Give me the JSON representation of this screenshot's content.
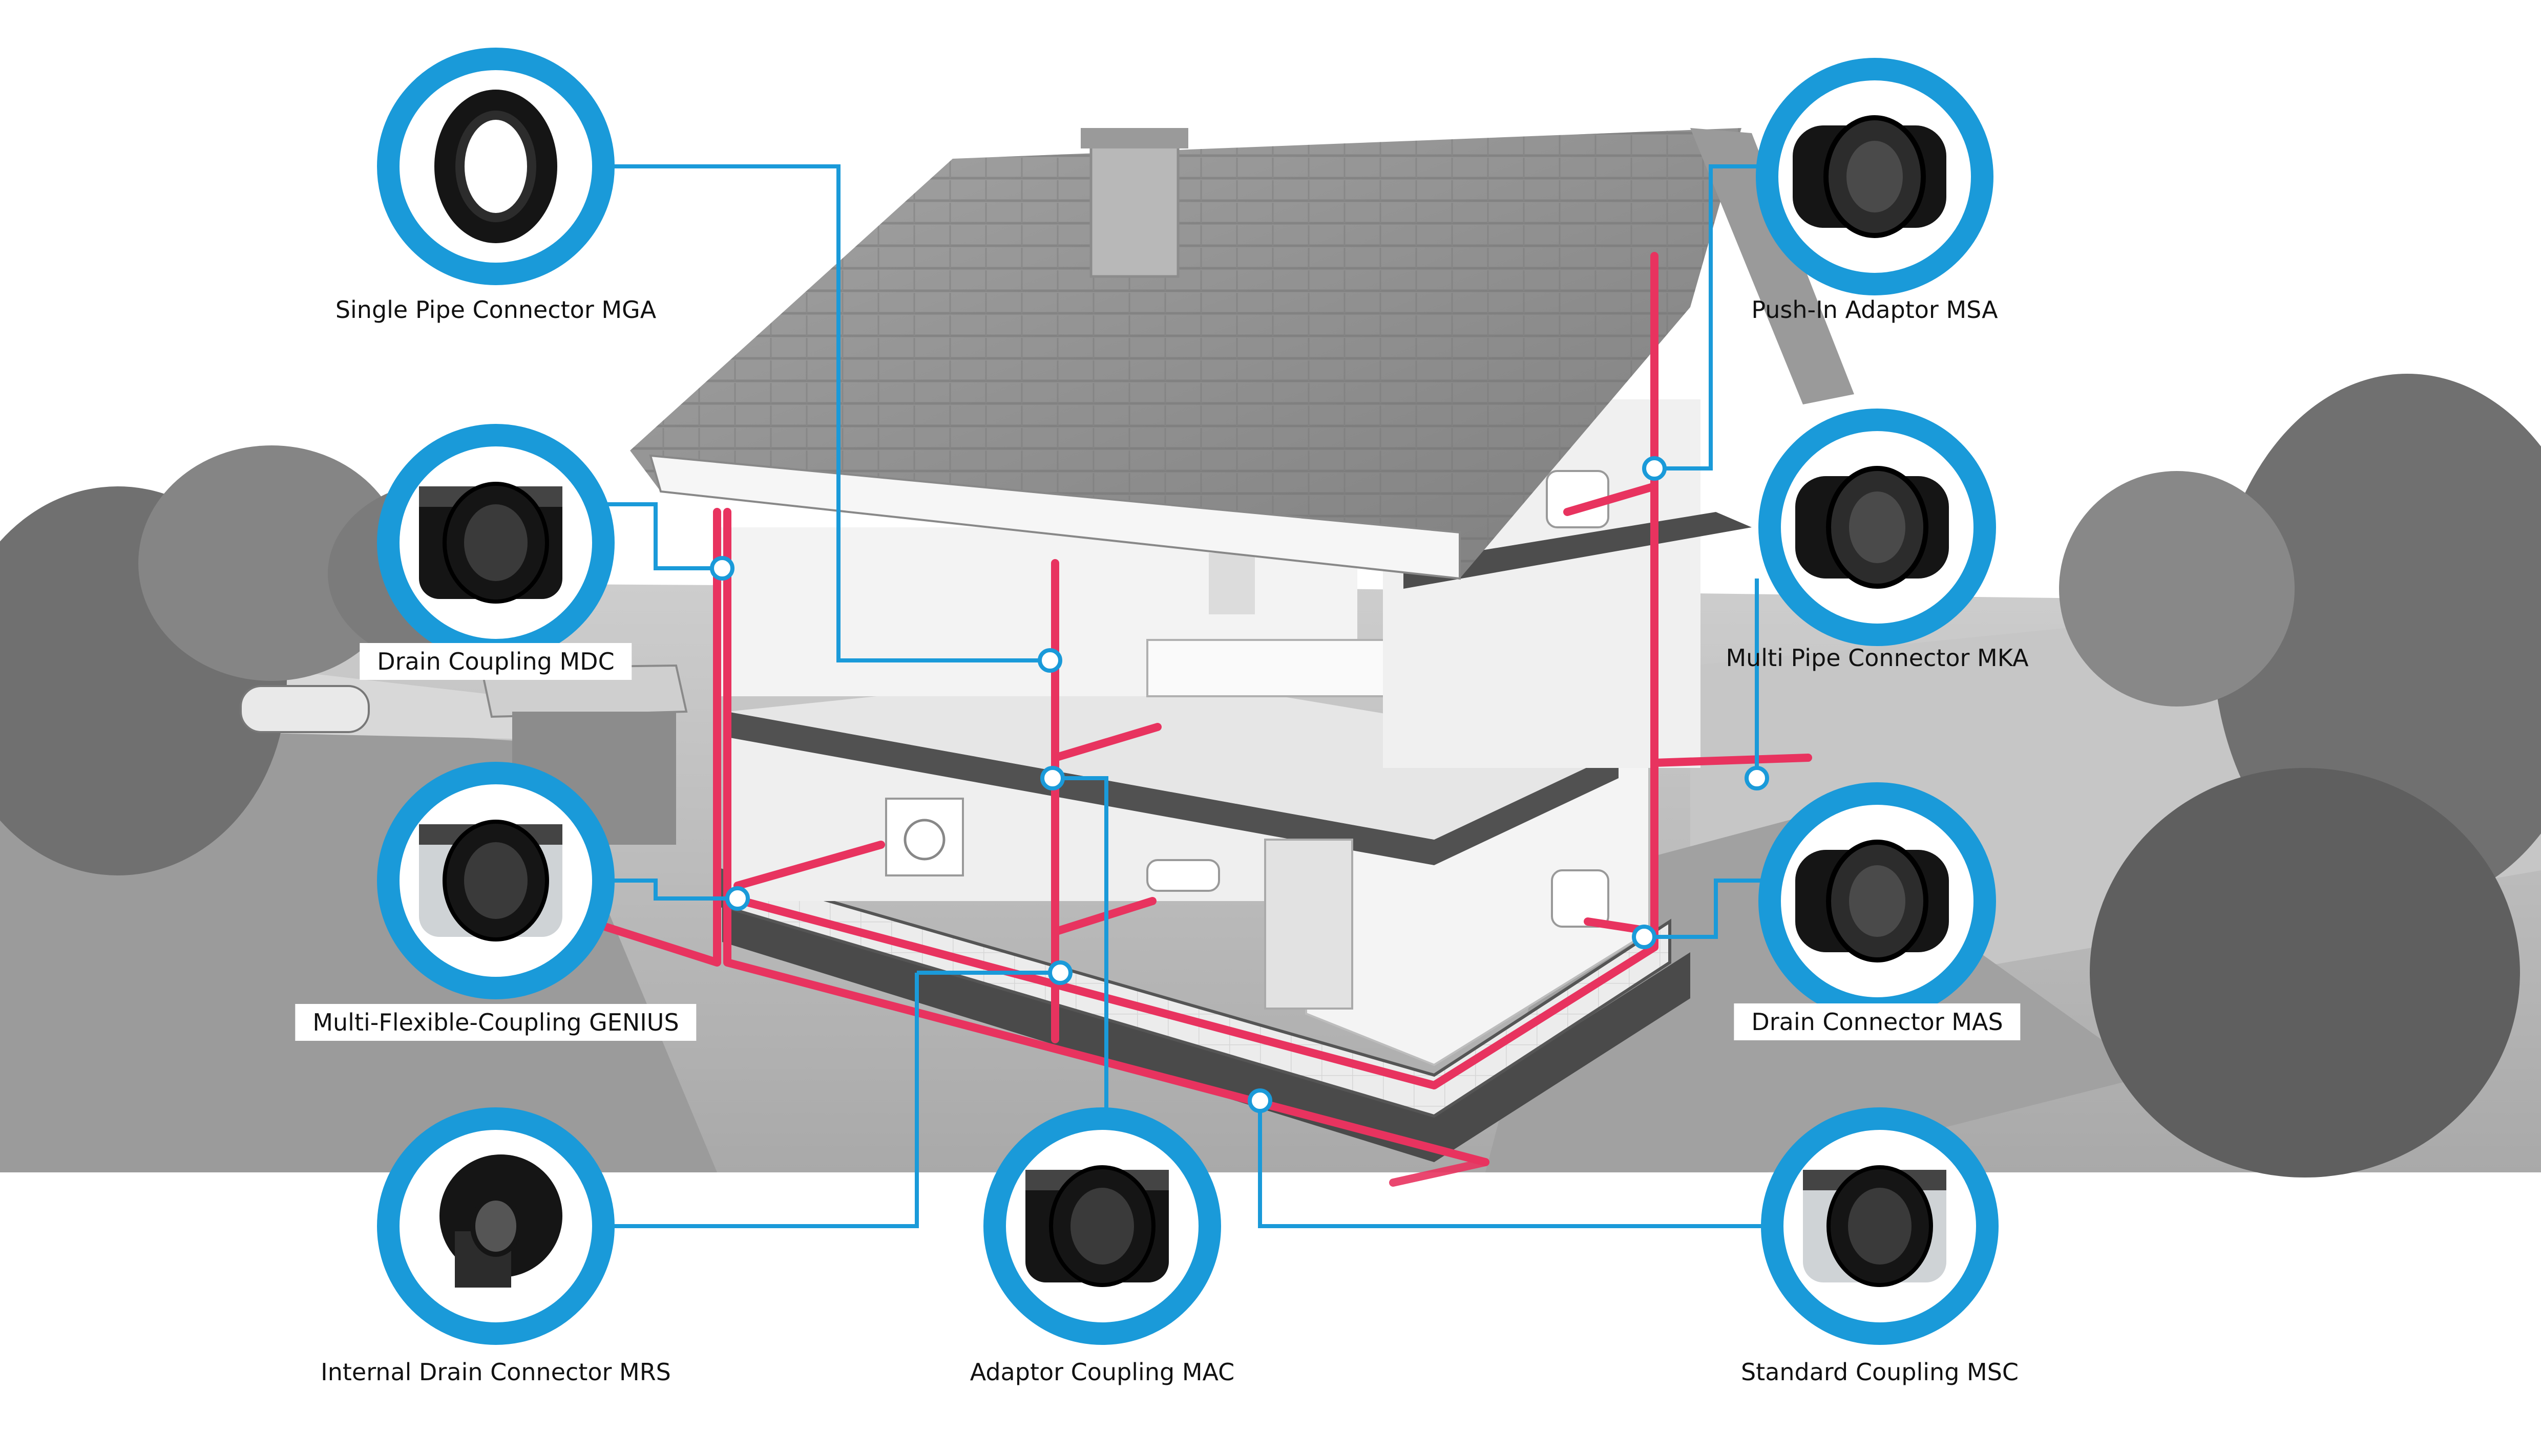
{
  "colors": {
    "accent_blue": "#1a9ad9",
    "pipe_pink": "#e8335f",
    "wall_white": "#f2f2f2",
    "roof_gray": "#8f8f8f",
    "tree_gray": "#6e6e6e",
    "ground_gray": "#bcbcbc"
  },
  "products": [
    {
      "id": "mga",
      "label": "Single Pipe Connector MGA",
      "icon": "single-pipe-connector-icon"
    },
    {
      "id": "mdc",
      "label": "Drain Coupling MDC",
      "icon": "drain-coupling-icon"
    },
    {
      "id": "genius",
      "label": "Multi-Flexible-Coupling GENIUS",
      "icon": "multi-flexible-coupling-icon"
    },
    {
      "id": "mrs",
      "label": "Internal Drain Connector MRS",
      "icon": "internal-drain-connector-icon"
    },
    {
      "id": "mac",
      "label": "Adaptor Coupling MAC",
      "icon": "adaptor-coupling-icon"
    },
    {
      "id": "msc",
      "label": "Standard Coupling MSC",
      "icon": "standard-coupling-icon"
    },
    {
      "id": "msa",
      "label": "Push-In Adaptor MSA",
      "icon": "push-in-adaptor-icon"
    },
    {
      "id": "mka",
      "label": "Multi Pipe Connector MKA",
      "icon": "multi-pipe-connector-icon"
    },
    {
      "id": "mas",
      "label": "Drain Connector MAS",
      "icon": "drain-connector-icon"
    }
  ]
}
